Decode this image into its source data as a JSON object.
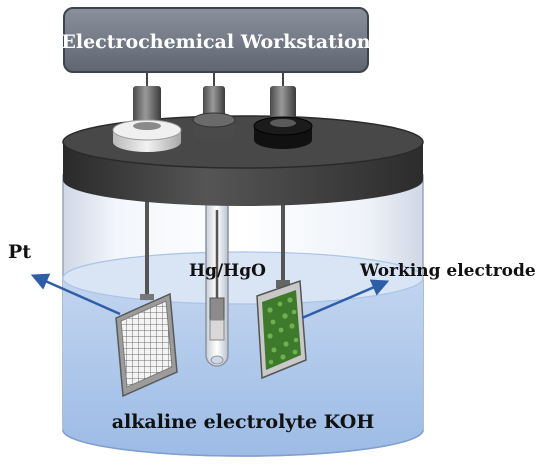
{
  "workstation": {
    "title": "Electrochemical Workstation"
  },
  "labels": {
    "counter_electrode": "Pt",
    "reference_electrode": "Hg/HgO",
    "working_electrode": "Working electrode",
    "electrolyte": "alkaline electrolyte KOH"
  },
  "colors": {
    "workstation_box": "#707884",
    "workstation_border": "#3d4450",
    "lid": "#3c3c3c",
    "electrolyte": "#a9c4e8",
    "arrow": "#2e5fa6",
    "working_material": "#3f7a2c",
    "counter_mesh": "#a8a8a8"
  }
}
